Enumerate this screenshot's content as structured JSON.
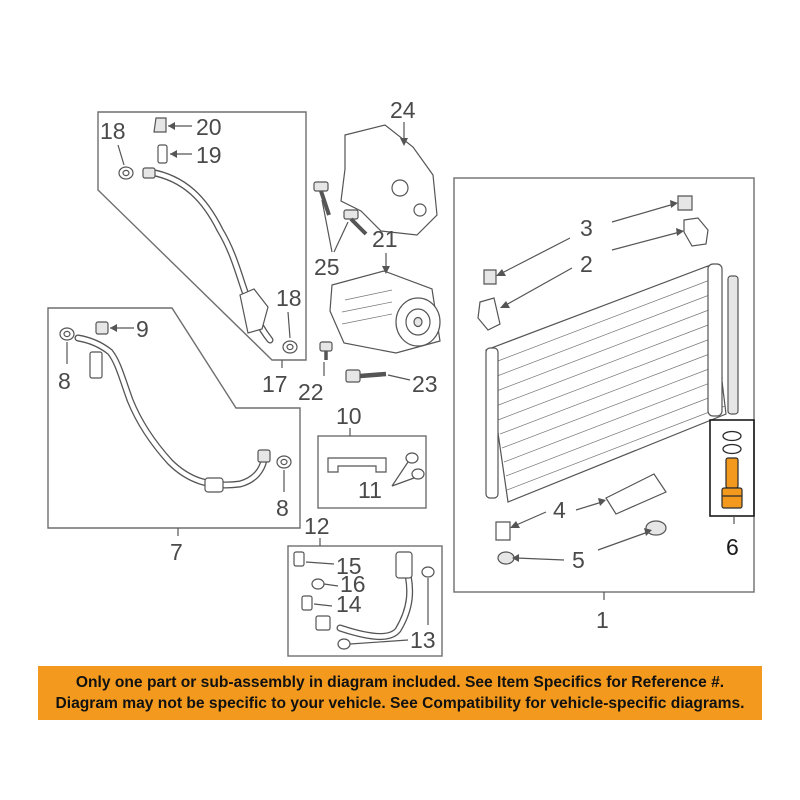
{
  "callouts": {
    "c1": "1",
    "c2": "2",
    "c3": "3",
    "c4": "4",
    "c5": "5",
    "c6": "6",
    "c7": "7",
    "c8a": "8",
    "c8b": "8",
    "c9": "9",
    "c10": "10",
    "c11": "11",
    "c12": "12",
    "c13": "13",
    "c14": "14",
    "c15": "15",
    "c16": "16",
    "c17": "17",
    "c18a": "18",
    "c18b": "18",
    "c19": "19",
    "c20": "20",
    "c21": "21",
    "c22": "22",
    "c23": "23",
    "c24": "24",
    "c25": "25"
  },
  "notice": {
    "line1": "Only one part or sub-assembly in diagram included. See Item Specifics for Reference #.",
    "line2": "Diagram may not be specific to your vehicle. See Compatibility for vehicle-specific diagrams."
  },
  "colors": {
    "highlight": "#f39a1e",
    "line": "#555555",
    "text": "#4a4a4a"
  }
}
